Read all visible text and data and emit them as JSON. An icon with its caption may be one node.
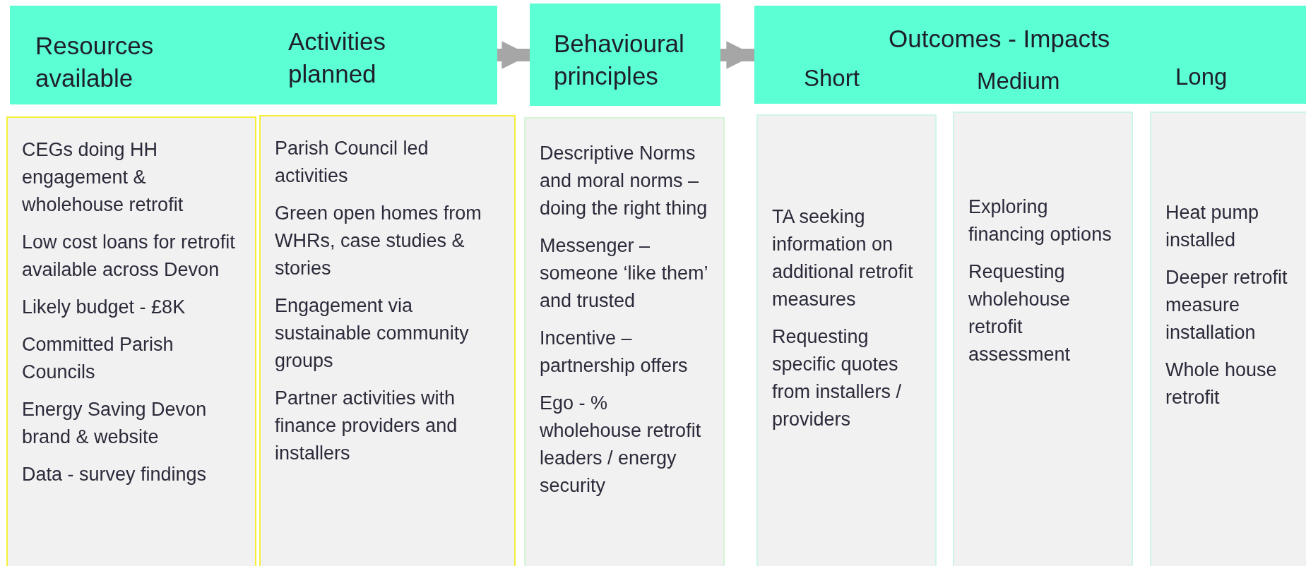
{
  "diagram": {
    "nodes": [
      {
        "text": [
          "Resources available",
          "Activities planned"
        ]
      },
      {
        "text": [
          "Behavioural principles"
        ]
      },
      {
        "text": [
          "Outcomes - Impacts",
          "Short",
          "Medium",
          "Long"
        ]
      },
      {
        "text": [
          "CEGs doing HH engagement & wholehouse retrofit",
          "Low cost loans for retrofit available across Devon",
          "Likely budget - £8K",
          "Committed Parish Councils",
          "Energy Saving Devon brand & website",
          "Data - survey findings"
        ]
      },
      {
        "text": [
          "Parish Council led activities",
          "Green open homes from WHRs, case studies & stories",
          "Engagement via sustainable community groups",
          "Partner activities with finance providers and installers"
        ]
      },
      {
        "text": [
          "Descriptive Norms and moral norms – doing the right thing",
          "Messenger – someone ‘like them’ and trusted",
          "Incentive – partnership offers",
          "Ego - % wholehouse retrofit leaders / energy security"
        ]
      },
      {
        "text": [
          "TA seeking information on additional retrofit measures",
          "Requesting specific quotes from installers / providers"
        ]
      },
      {
        "text": [
          "Exploring financing options",
          "Requesting wholehouse retrofit assessment"
        ]
      },
      {
        "text": [
          "Heat pump installed",
          "Deeper retrofit measure installation",
          "Whole house retrofit"
        ]
      }
    ],
    "edges": [
      {
        "from": 0,
        "to": 1,
        "arrow": "to"
      },
      {
        "from": 1,
        "to": 2,
        "arrow": "to"
      }
    ]
  }
}
